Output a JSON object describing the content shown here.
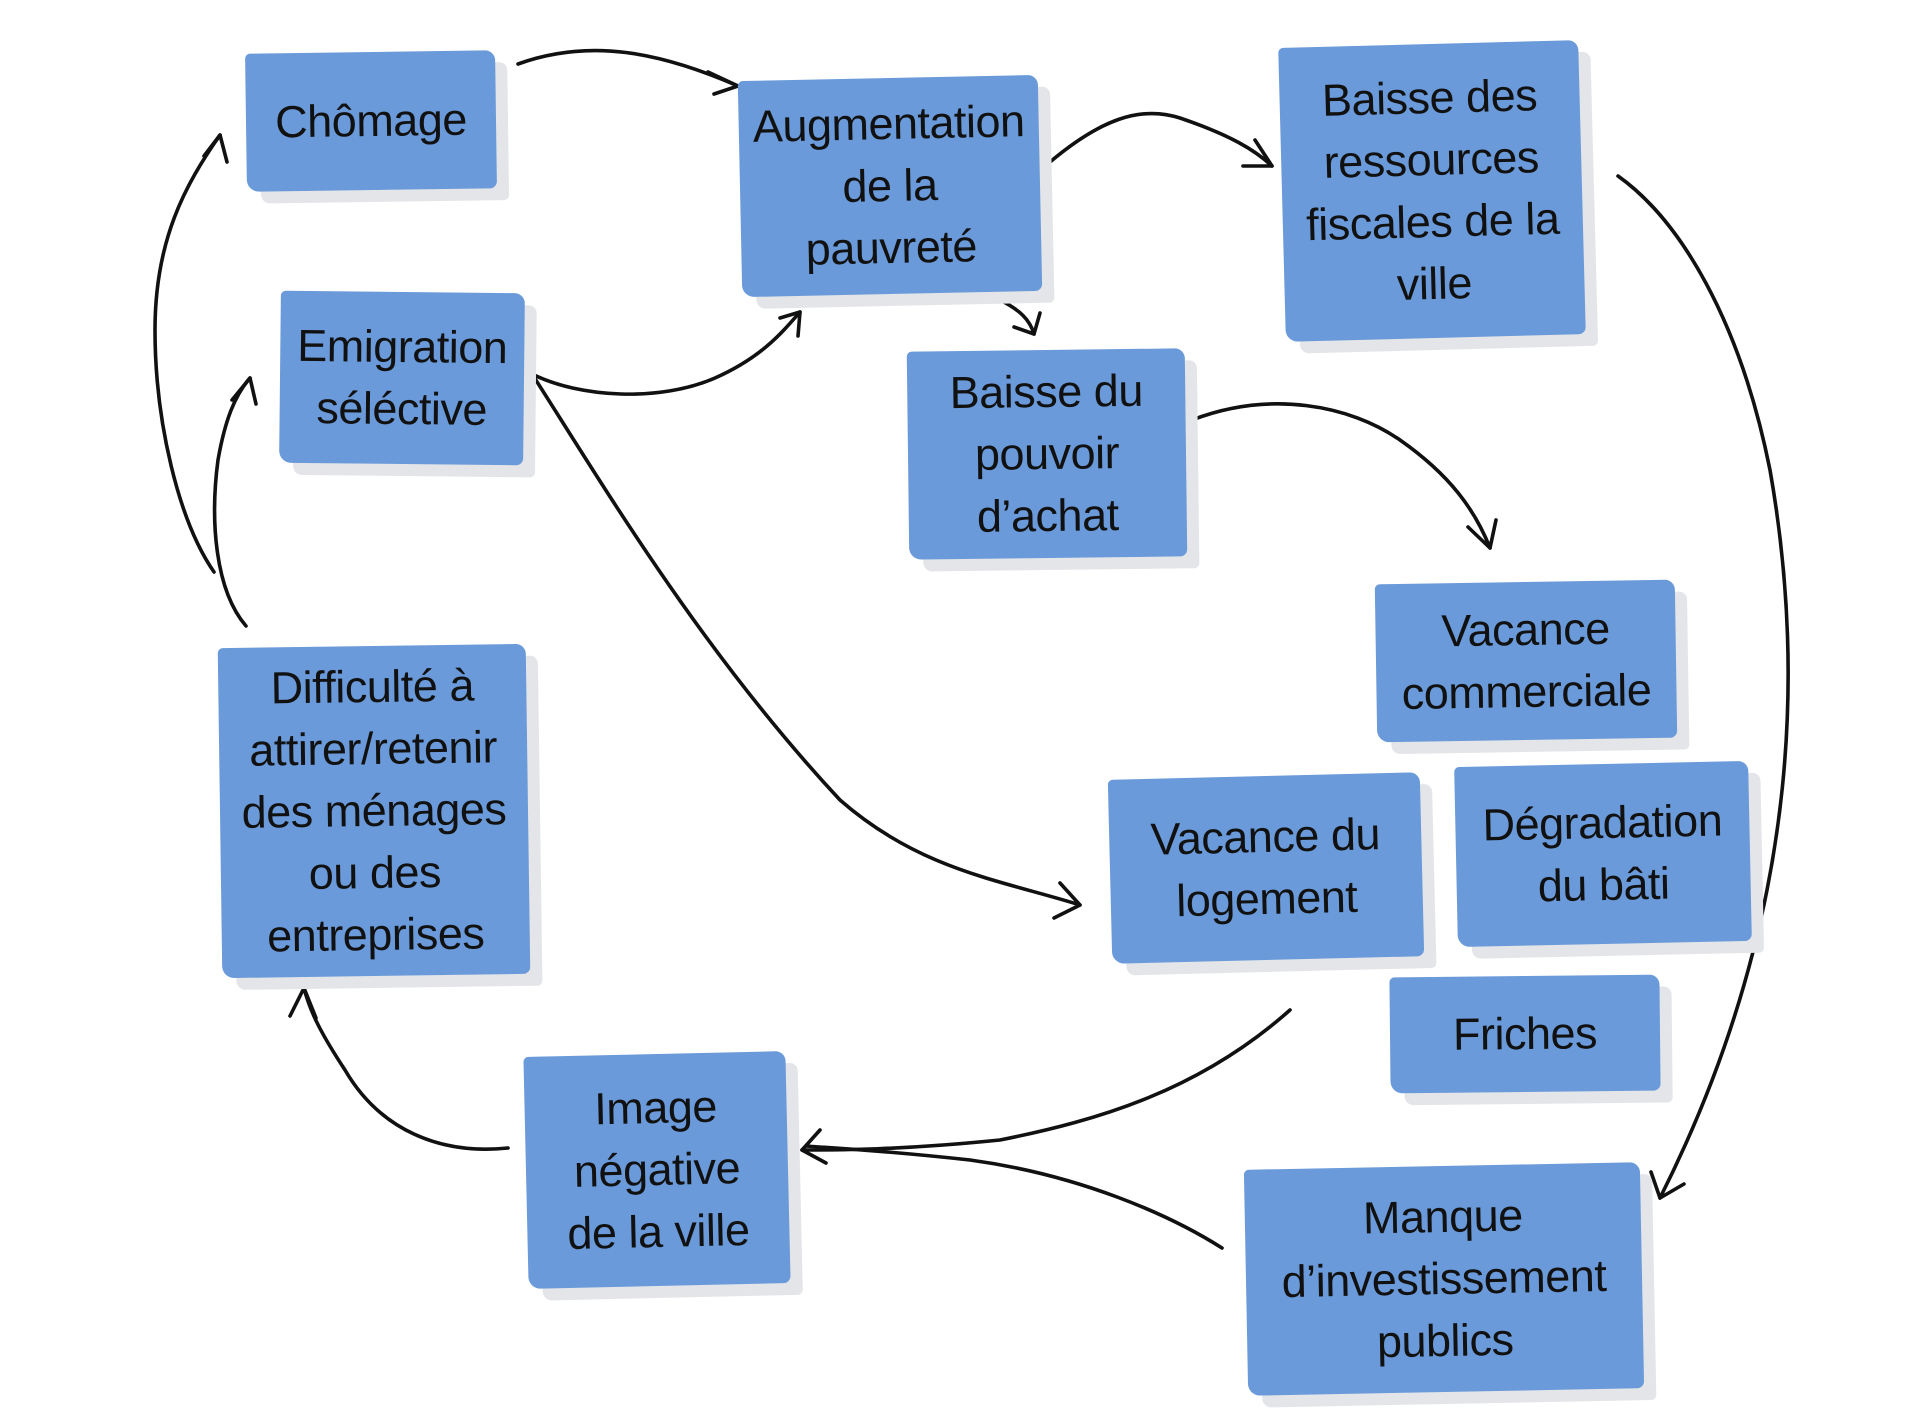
{
  "colors": {
    "note_fill": "#6a9ad9",
    "note_shadow": "#e3e5e8",
    "arrow_stroke": "#111111",
    "text": "#111111"
  },
  "nodes": {
    "chomage": {
      "label": "Chômage"
    },
    "pauvrete": {
      "label": "Augmentation\nde la\npauvreté"
    },
    "ressources": {
      "label": "Baisse des\nressources\nfiscales de la\nville"
    },
    "emigration": {
      "label": "Emigration\nséléctive"
    },
    "pouvoir_achat": {
      "label": "Baisse du\npouvoir\nd’achat"
    },
    "vacance_commerciale": {
      "label": "Vacance\ncommerciale"
    },
    "difficulte": {
      "label": "Difficulté à\nattirer/retenir\ndes ménages\nou des\nentreprises"
    },
    "vacance_logement": {
      "label": "Vacance du\nlogement"
    },
    "degradation": {
      "label": "Dégradation\ndu bâti"
    },
    "friches": {
      "label": "Friches"
    },
    "image_negative": {
      "label": "Image\nnégative\nde la ville"
    },
    "investissement": {
      "label": "Manque\nd’investissement\npublics"
    }
  },
  "edges": [
    {
      "from": "chomage",
      "to": "pauvrete"
    },
    {
      "from": "pauvrete",
      "to": "ressources"
    },
    {
      "from": "pauvrete",
      "to": "pouvoir_achat"
    },
    {
      "from": "emigration",
      "to": "pauvrete"
    },
    {
      "from": "emigration",
      "to": "vacance_logement"
    },
    {
      "from": "pouvoir_achat",
      "to": "vacance_commerciale"
    },
    {
      "from": "ressources",
      "to": "investissement"
    },
    {
      "from": "vacance_logement",
      "to": "image_negative"
    },
    {
      "from": "investissement",
      "to": "image_negative"
    },
    {
      "from": "image_negative",
      "to": "difficulte"
    },
    {
      "from": "difficulte",
      "to": "emigration"
    },
    {
      "from": "difficulte",
      "to": "chomage"
    }
  ]
}
